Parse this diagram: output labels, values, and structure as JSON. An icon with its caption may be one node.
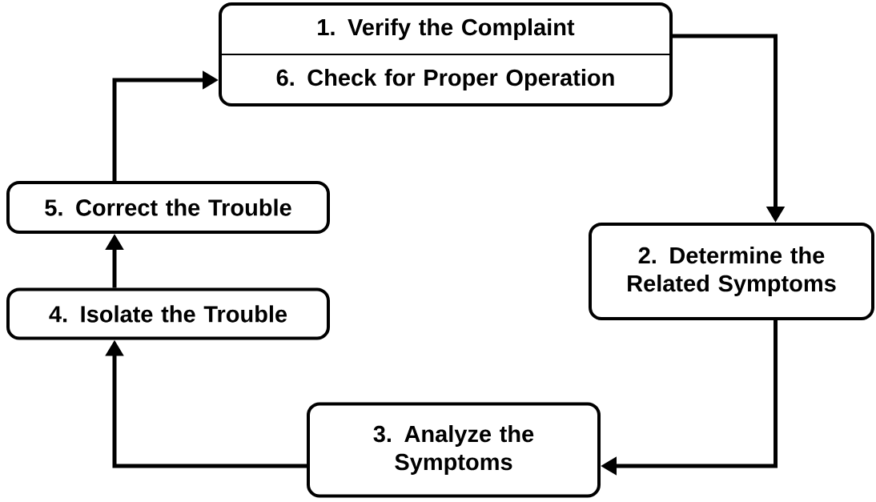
{
  "diagram": {
    "nodes": [
      {
        "text": [
          "1. Verify the Complaint",
          "6. Check for Proper Operation"
        ]
      },
      {
        "text": [
          "2. Determine the Related Symptoms"
        ]
      },
      {
        "text": [
          "3. Analyze the Symptoms"
        ]
      },
      {
        "text": [
          "4. Isolate the Trouble"
        ]
      },
      {
        "text": [
          "5. Correct the Trouble"
        ]
      }
    ],
    "edges": [
      {
        "from": 0,
        "to": 1,
        "arrow": "to"
      },
      {
        "from": 1,
        "to": 2,
        "arrow": "to"
      },
      {
        "from": 2,
        "to": 3,
        "arrow": "to"
      },
      {
        "from": 3,
        "to": 4,
        "arrow": "to"
      },
      {
        "from": 4,
        "to": 0,
        "arrow": "to"
      }
    ]
  }
}
